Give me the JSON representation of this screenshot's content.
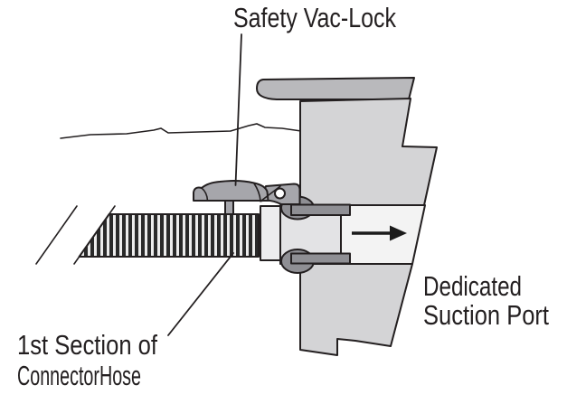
{
  "labels": {
    "vac_lock": "Safety Vac-Lock",
    "hose_line1": "1st Section of",
    "hose_line2": "ConnectorHose",
    "port_line1": "Dedicated",
    "port_line2": "Suction Port"
  },
  "icons": {
    "flow_arrow": "right-arrow"
  },
  "colors": {
    "ink": "#231f20",
    "background": "#ffffff",
    "wall": "#d4d4d6",
    "coping": "#b9b9bc",
    "suction_channel": "#f3f3f3",
    "flange_dark": "#8f8f94",
    "fitting_body": "#e3e3e5",
    "hose_collar": "#ececee",
    "handle": "#a6a6ab",
    "hose_stripe_dark": "#2a2a2a",
    "hose_stripe_light": "#ececec",
    "pivot_fill": "#ffffff",
    "arrow": "#1a1a1a"
  }
}
